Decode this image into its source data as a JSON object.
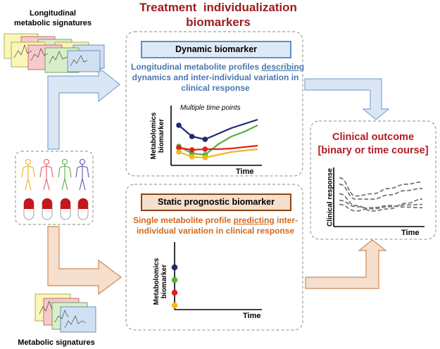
{
  "title_line1": "Treatment  individualization",
  "title_line2": "biomarkers",
  "longitudinal_signatures_label_line1": "Longitudinal",
  "longitudinal_signatures_label_line2": "metabolic signatures",
  "metabolic_signatures_label": "Metabolic signatures",
  "dynamic": {
    "header": "Dynamic biomarker",
    "desc_part1": "Longitudinal metabolite profiles ",
    "desc_underlined": "describing",
    "desc_line2": "dynamics and inter-individual variation in",
    "desc_line3": "clinical response",
    "chart_annotation": "Multiple time points",
    "ylabel_line1": "Metabolomics",
    "ylabel_line2": "biomarker",
    "xlabel": "Time"
  },
  "static": {
    "header": "Static prognostic biomarker",
    "desc_part1": "Single metabolite profile ",
    "desc_underlined": "predicting",
    "desc_part2": " inter-",
    "desc_line2": "individual variation in clinical response",
    "ylabel_line1": "Metabolomics",
    "ylabel_line2": "biomarker",
    "xlabel": "Time"
  },
  "clinical": {
    "title_line1": "Clinical outcome",
    "title_line2": "[binary or time course]",
    "ylabel": "Clinical response",
    "xlabel": "Time"
  },
  "colors": {
    "title_red": "#9b1c1c",
    "blue_arrow_fill": "#dbe6f4",
    "blue_arrow_stroke": "#7ea6d6",
    "orange_arrow_fill": "#f6dfcc",
    "orange_arrow_stroke": "#c98a5a",
    "series_navy": "#1f2a6b",
    "series_green": "#5aaf3a",
    "series_red": "#e02020",
    "series_yellow": "#f2b81c"
  },
  "chart_data": [
    {
      "type": "line",
      "x": [
        1,
        2,
        3,
        4,
        5,
        6,
        7
      ],
      "series": [
        {
          "values": [
            7.2,
            5.6,
            5.2,
            6.0,
            6.8,
            7.4,
            8.0
          ]
        },
        {
          "values": [
            4.2,
            3.2,
            3.0,
            4.5,
            5.6,
            6.3,
            7.2
          ]
        },
        {
          "values": [
            4.0,
            3.7,
            3.8,
            3.8,
            3.9,
            4.1,
            4.3
          ]
        },
        {
          "values": [
            3.4,
            2.7,
            2.6,
            3.0,
            3.4,
            3.6,
            3.8
          ]
        }
      ],
      "xlabel": "Time",
      "ylabel": "Metabolomics biomarker",
      "annotation": "Multiple time points"
    },
    {
      "type": "scatter",
      "x": [
        0,
        0,
        0,
        0
      ],
      "values": [
        4.0,
        3.0,
        2.0,
        1.0
      ],
      "xlabel": "Time",
      "ylabel": "Metabolomics biomarker"
    },
    {
      "type": "line",
      "series": [
        {
          "values": [
            8.6,
            5.2,
            5.6,
            6.6,
            7.4,
            7.8
          ]
        },
        {
          "values": [
            7.4,
            4.6,
            4.6,
            5.4,
            6.2,
            6.6
          ]
        },
        {
          "values": [
            5.6,
            3.4,
            2.4,
            2.8,
            3.8,
            4.6
          ]
        },
        {
          "values": [
            4.4,
            3.2,
            2.8,
            3.2,
            3.5,
            3.6
          ]
        },
        {
          "values": [
            3.6,
            2.4,
            3.0,
            3.4,
            3.1,
            3.0
          ]
        }
      ],
      "xlabel": "Time",
      "ylabel": "Clinical response"
    }
  ]
}
